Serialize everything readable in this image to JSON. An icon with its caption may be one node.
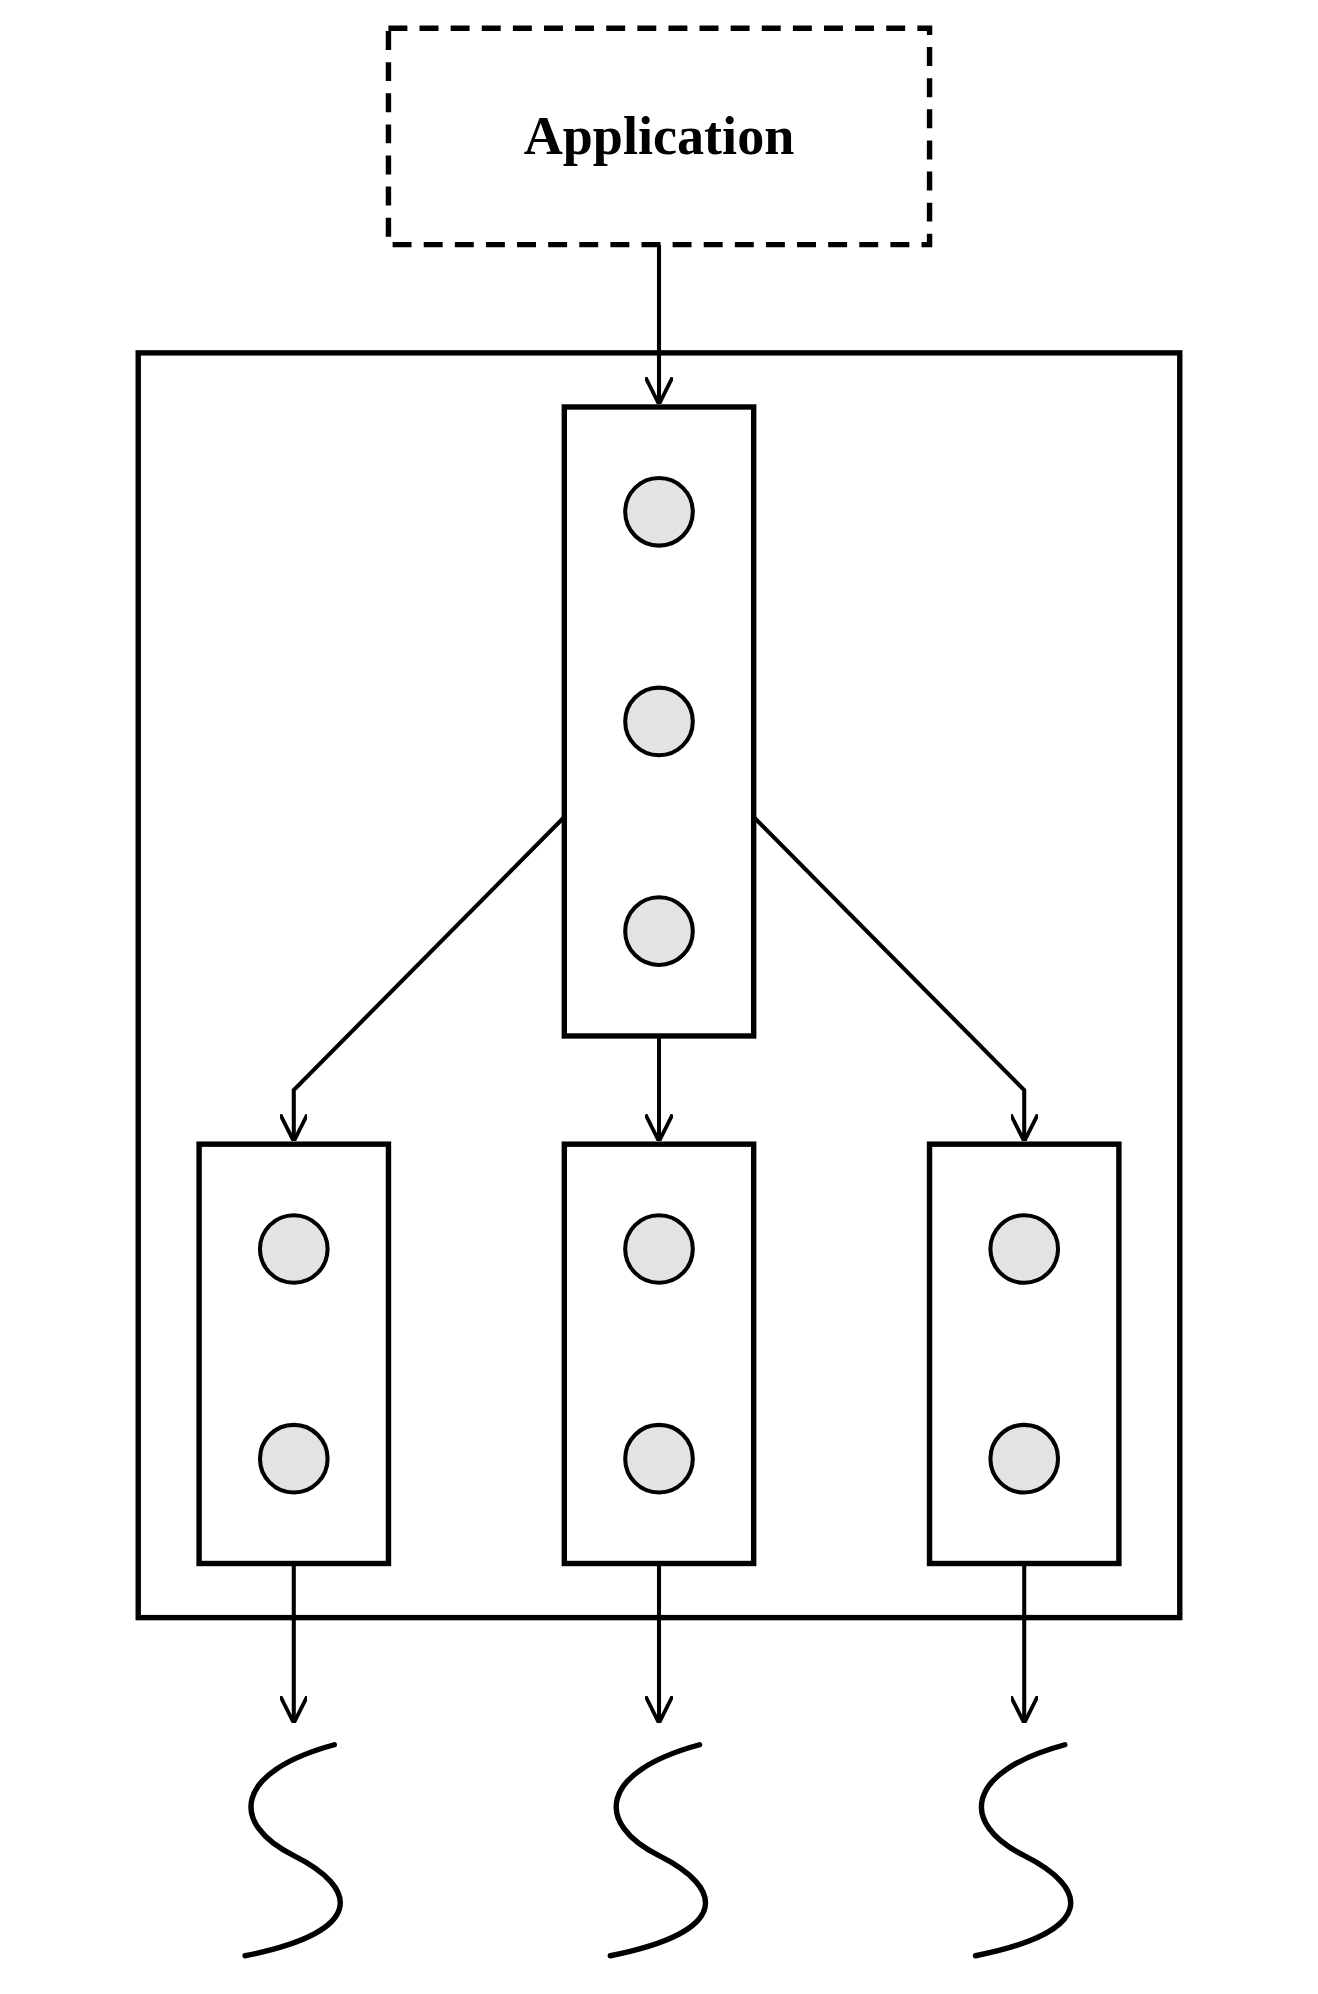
{
  "diagram": {
    "nodes": [
      {
        "text": [
          "Application"
        ]
      },
      {
        "text": [],
        "shape": "box"
      },
      {
        "text": [],
        "shape": "box",
        "in": 1
      },
      {
        "text": [],
        "shape": "circle",
        "in": 2
      },
      {
        "text": [],
        "shape": "circle",
        "in": 2
      },
      {
        "text": [],
        "shape": "circle",
        "in": 2
      },
      {
        "text": [],
        "shape": "box",
        "in": 1
      },
      {
        "text": [],
        "shape": "circle",
        "in": 6
      },
      {
        "text": [],
        "shape": "circle",
        "in": 6
      },
      {
        "text": [],
        "shape": "box",
        "in": 1
      },
      {
        "text": [],
        "shape": "circle",
        "in": 9
      },
      {
        "text": [],
        "shape": "circle",
        "in": 9
      },
      {
        "text": [],
        "shape": "box",
        "in": 1
      },
      {
        "text": [],
        "shape": "circle",
        "in": 12
      },
      {
        "text": [],
        "shape": "circle",
        "in": 12
      },
      {
        "text": [],
        "shape": "wave"
      },
      {
        "text": [],
        "shape": "wave"
      },
      {
        "text": [],
        "shape": "wave"
      }
    ],
    "edges": [
      {
        "from": 0,
        "to": 2,
        "arrow": "to"
      },
      {
        "from": 2,
        "to": 6,
        "arrow": "to"
      },
      {
        "from": 2,
        "to": 9,
        "arrow": "to"
      },
      {
        "from": 2,
        "to": 12,
        "arrow": "to"
      },
      {
        "from": 6,
        "to": 15,
        "arrow": "to"
      },
      {
        "from": 9,
        "to": 16,
        "arrow": "to"
      },
      {
        "from": 12,
        "to": 17,
        "arrow": "to"
      }
    ]
  }
}
